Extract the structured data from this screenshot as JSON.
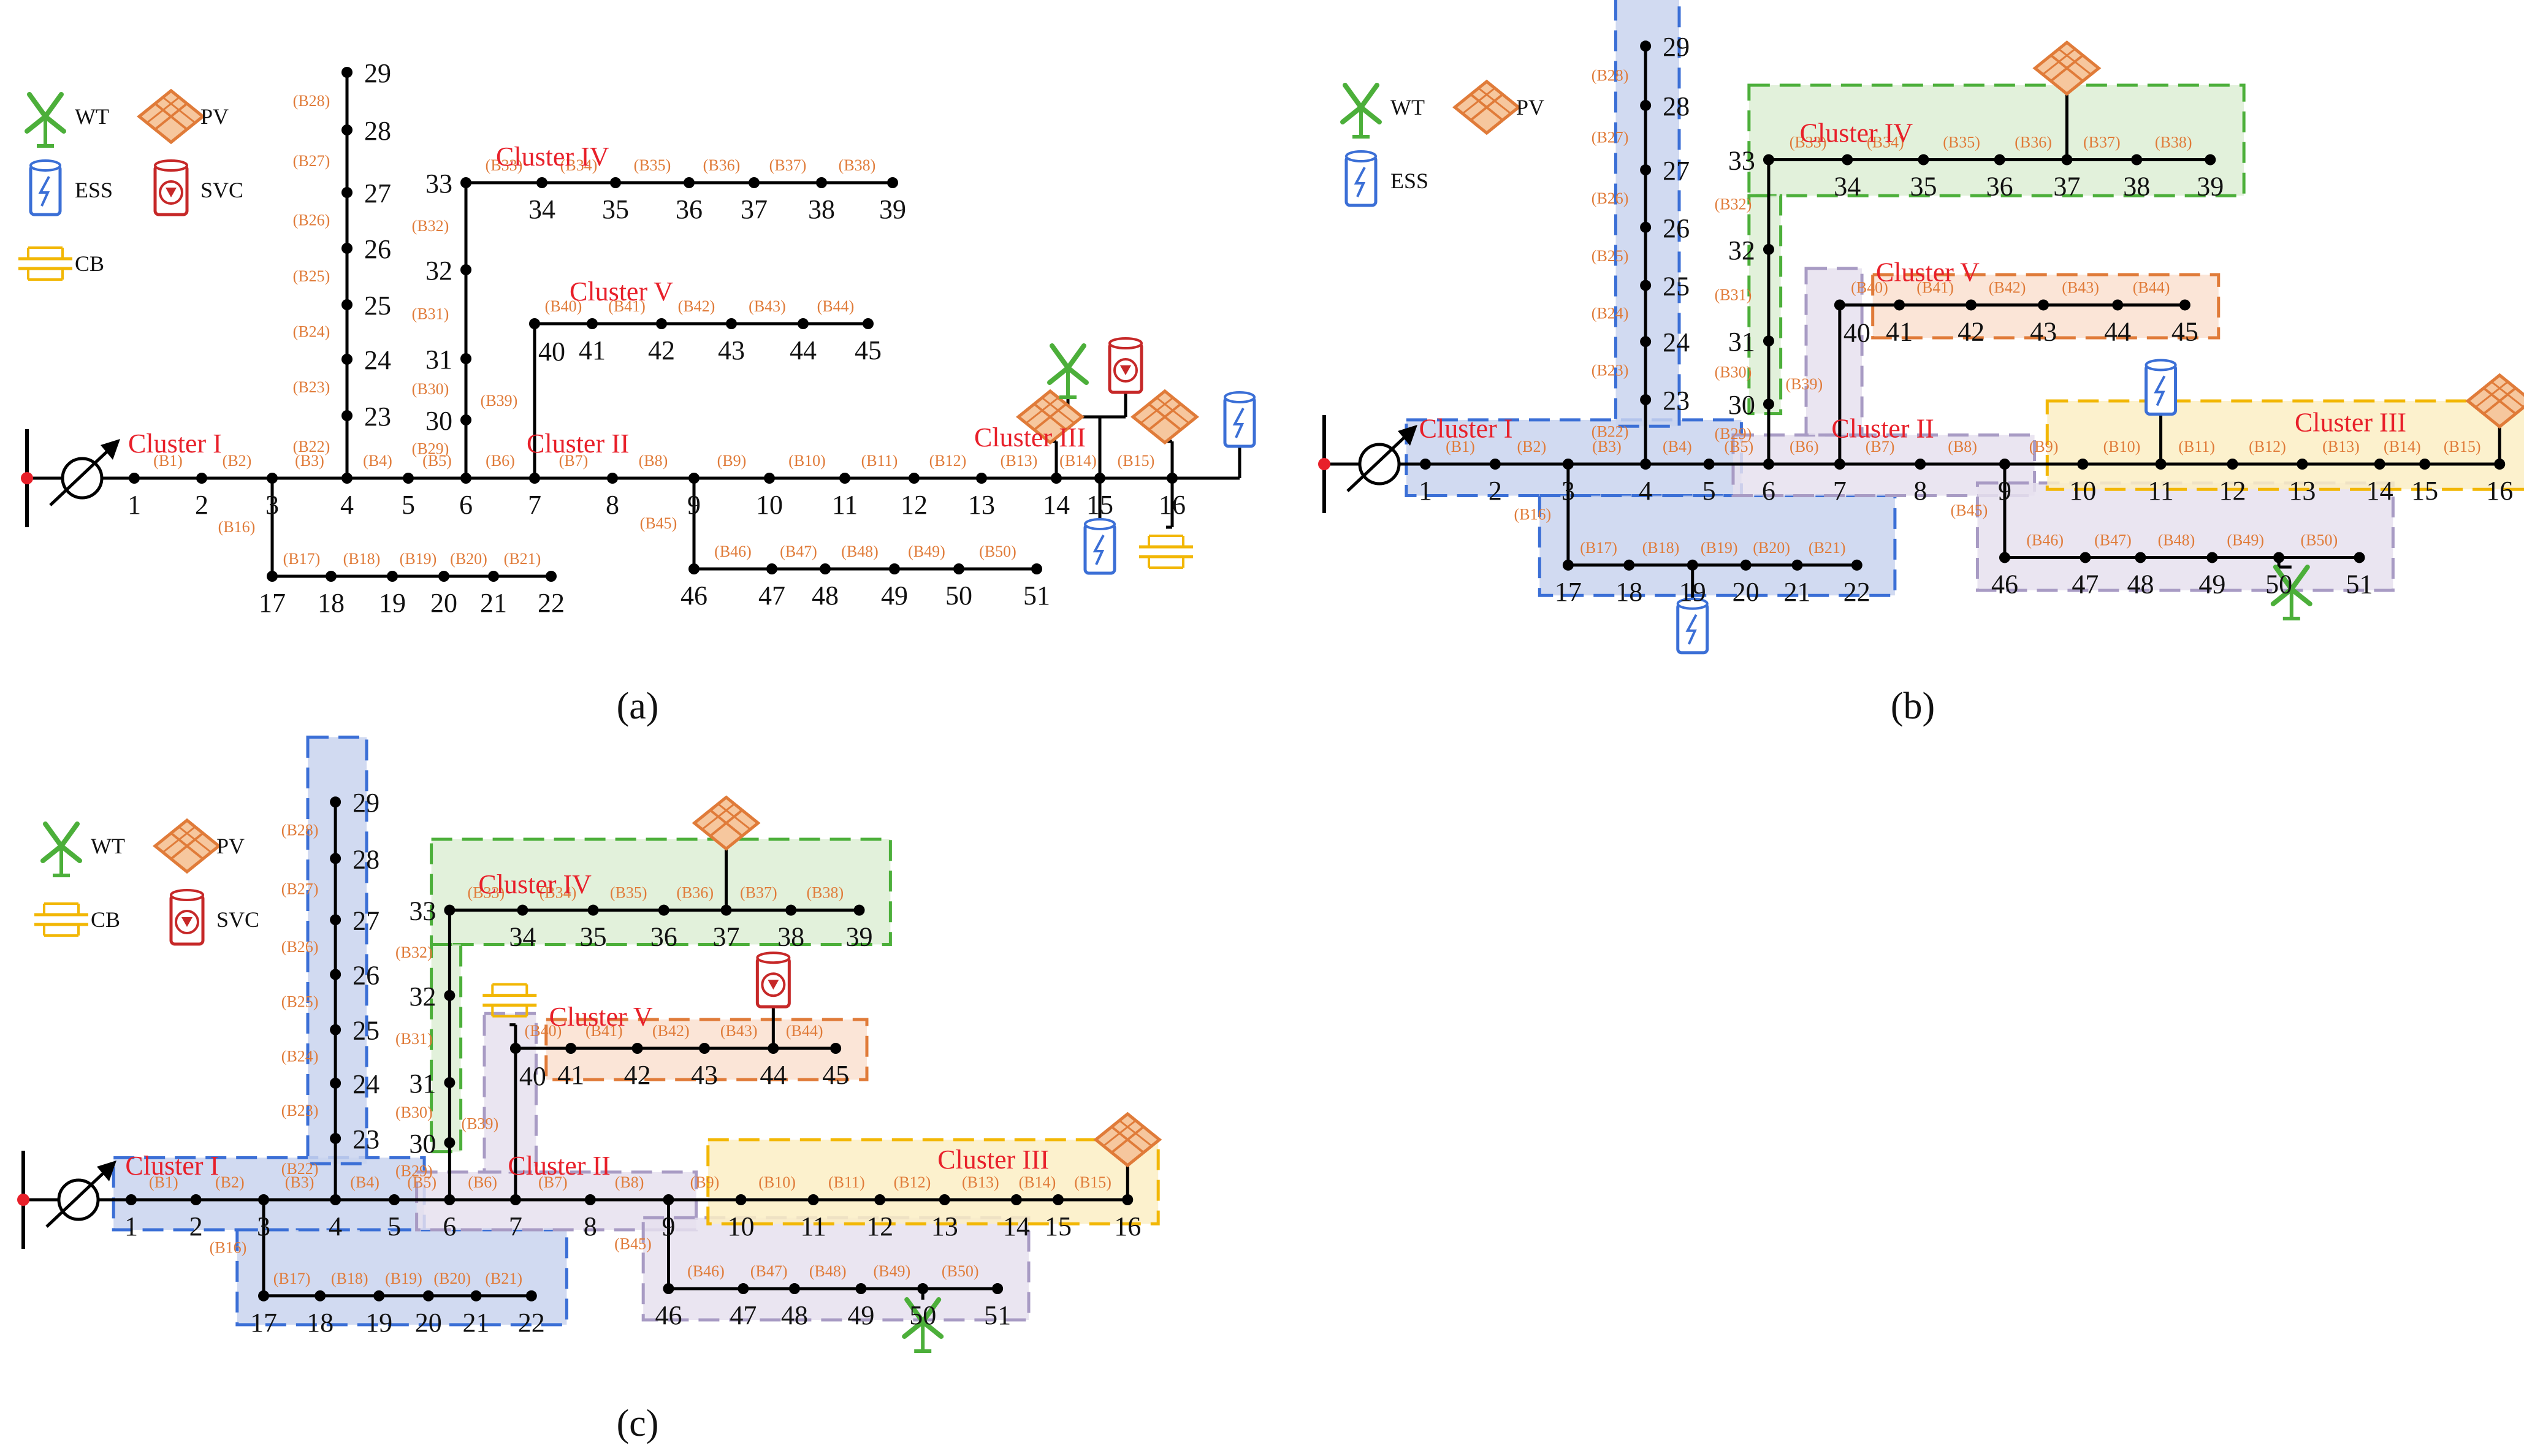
{
  "colors": {
    "line": "#000000",
    "bus_dot": "#000000",
    "source_dot": "#E8202A",
    "branch_text": "#E07B39",
    "cluster_text": "#E8202A",
    "pv": "#E07B39",
    "wt": "#4CAF3A",
    "ess": "#3B6FD6",
    "svc": "#C62828",
    "cb": "#F2B705",
    "cluster_I_fill": "#C9D3EF",
    "cluster_I_border": "#3B6FD6",
    "cluster_II_fill": "#E6E1EF",
    "cluster_II_border": "#A89BC4",
    "cluster_III_fill": "#FCEFC4",
    "cluster_III_border": "#F2B705",
    "cluster_IV_fill": "#DDEFD5",
    "cluster_IV_border": "#4CAF3A",
    "cluster_V_fill": "#FAE0D0",
    "cluster_V_border": "#E07B39"
  },
  "panels": {
    "a": {
      "label": "(a)"
    },
    "b": {
      "label": "(b)"
    },
    "c": {
      "label": "(c)"
    }
  },
  "legend": {
    "wt": "WT",
    "pv": "PV",
    "ess": "ESS",
    "svc": "SVC",
    "cb": "CB"
  },
  "clusters": {
    "I": "Cluster I",
    "II": "Cluster II",
    "III": "Cluster III",
    "IV": "Cluster IV",
    "V": "Cluster V"
  },
  "buses": [
    "1",
    "2",
    "3",
    "4",
    "5",
    "6",
    "7",
    "8",
    "9",
    "10",
    "11",
    "12",
    "13",
    "14",
    "15",
    "16",
    "17",
    "18",
    "19",
    "20",
    "21",
    "22",
    "23",
    "24",
    "25",
    "26",
    "27",
    "28",
    "29",
    "30",
    "31",
    "32",
    "33",
    "34",
    "35",
    "36",
    "37",
    "38",
    "39",
    "40",
    "41",
    "42",
    "43",
    "44",
    "45",
    "46",
    "47",
    "48",
    "49",
    "50",
    "51"
  ],
  "branches": [
    "(B1)",
    "(B2)",
    "(B3)",
    "(B4)",
    "(B5)",
    "(B6)",
    "(B7)",
    "(B8)",
    "(B9)",
    "(B10)",
    "(B11)",
    "(B12)",
    "(B13)",
    "(B14)",
    "(B15)",
    "(B16)",
    "(B17)",
    "(B18)",
    "(B19)",
    "(B20)",
    "(B21)",
    "(B22)",
    "(B23)",
    "(B24)",
    "(B25)",
    "(B26)",
    "(B27)",
    "(B28)",
    "(B29)",
    "(B30)",
    "(B31)",
    "(B32)",
    "(B33)",
    "(B34)",
    "(B35)",
    "(B36)",
    "(B37)",
    "(B38)",
    "(B39)",
    "(B40)",
    "(B41)",
    "(B42)",
    "(B43)",
    "(B44)",
    "(B45)",
    "(B46)",
    "(B47)",
    "(B48)",
    "(B49)",
    "(B50)"
  ],
  "devices": {
    "a": {
      "wt_buses": [
        "15"
      ],
      "pv_buses": [
        "14",
        "16"
      ],
      "ess_buses": [
        "15",
        "16"
      ],
      "svc_buses": [
        "15"
      ],
      "cb_buses": [
        "16"
      ]
    },
    "b": {
      "wt_buses": [
        "50"
      ],
      "pv_buses": [
        "37",
        "16"
      ],
      "ess_buses": [
        "11",
        "19"
      ]
    },
    "c": {
      "wt_buses": [
        "50"
      ],
      "pv_buses": [
        "37",
        "16"
      ],
      "svc_buses": [
        "44"
      ],
      "cb_buses": [
        "40"
      ]
    }
  }
}
